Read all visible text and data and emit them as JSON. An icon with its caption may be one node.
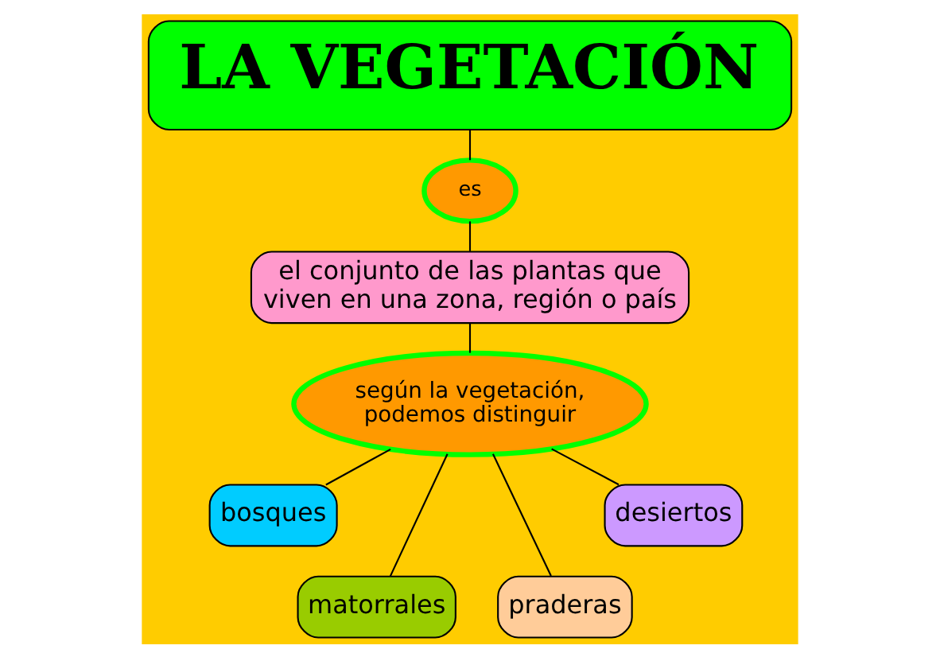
{
  "diagram": {
    "nodes": [
      {
        "text": [
          "LA VEGETACIÓN"
        ]
      },
      {
        "text": [
          "es"
        ]
      },
      {
        "text": [
          "el conjunto de las plantas que viven en una zona, región o país"
        ]
      },
      {
        "text": [
          "según la vegetación, podemos distinguir"
        ]
      },
      {
        "text": [
          "bosques"
        ]
      },
      {
        "text": [
          "matorrales"
        ]
      },
      {
        "text": [
          "praderas"
        ]
      },
      {
        "text": [
          "desiertos"
        ]
      }
    ],
    "edges": [
      {
        "from": 0,
        "to": 1,
        "arrow": "none"
      },
      {
        "from": 1,
        "to": 2,
        "arrow": "none"
      },
      {
        "from": 2,
        "to": 3,
        "arrow": "none"
      },
      {
        "from": 3,
        "to": 4,
        "arrow": "none"
      },
      {
        "from": 3,
        "to": 5,
        "arrow": "none"
      },
      {
        "from": 3,
        "to": 6,
        "arrow": "none"
      },
      {
        "from": 3,
        "to": 7,
        "arrow": "none"
      }
    ]
  }
}
